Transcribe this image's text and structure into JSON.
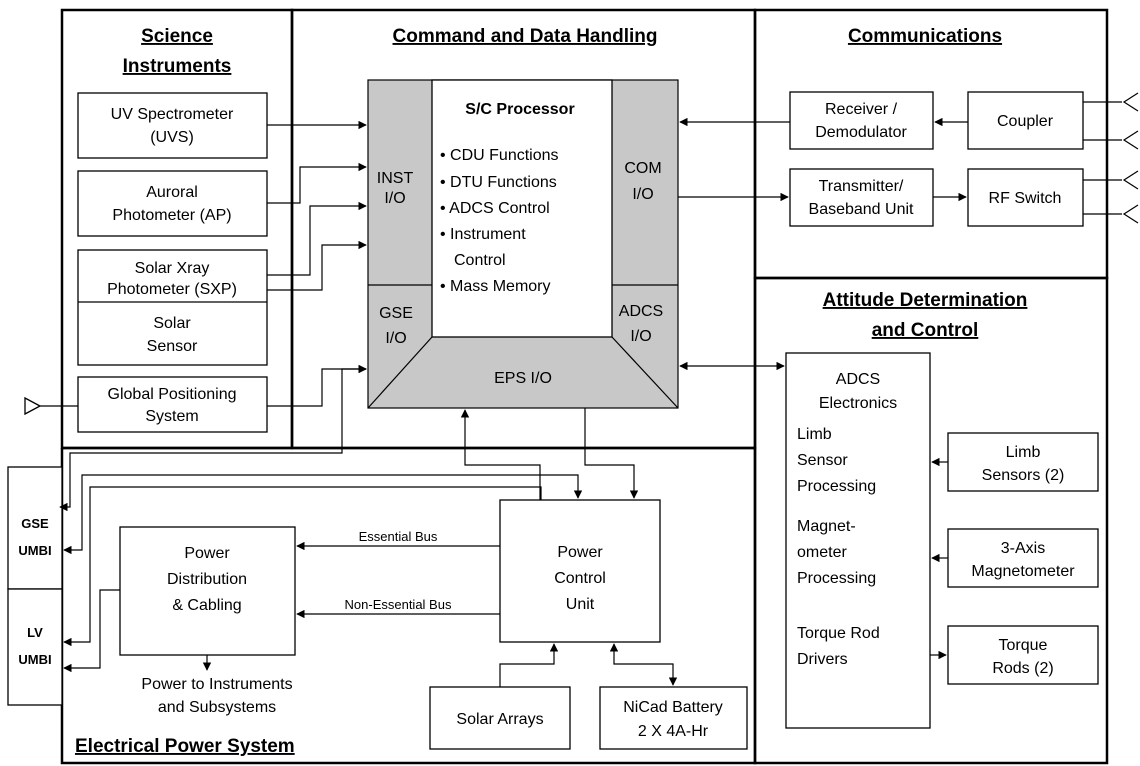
{
  "sections": {
    "science_l1": "Science",
    "science_l2": "Instruments",
    "cdh": "Command and Data Handling",
    "comm": "Communications",
    "adcs_l1": "Attitude Determination",
    "adcs_l2": "and Control",
    "eps": "Electrical Power System"
  },
  "instruments": {
    "uvs_l1": "UV Spectrometer",
    "uvs_l2": "(UVS)",
    "ap_l1": "Auroral",
    "ap_l2": "Photometer (AP)",
    "sxp_l1": "Solar Xray",
    "sxp_l2": "Photometer (SXP)",
    "ss_l1": "Solar",
    "ss_l2": "Sensor",
    "gps_l1": "Global Positioning",
    "gps_l2": "System"
  },
  "processor": {
    "title": "S/C Processor",
    "items": [
      "• CDU Functions",
      "• DTU Functions",
      "• ADCS Control",
      "• Instrument",
      "Control",
      "• Mass Memory"
    ],
    "inst_io_l1": "INST",
    "inst_io_l2": "I/O",
    "com_io_l1": "COM",
    "com_io_l2": "I/O",
    "gse_io_l1": "GSE",
    "gse_io_l2": "I/O",
    "adcs_io_l1": "ADCS",
    "adcs_io_l2": "I/O",
    "eps_io": "EPS I/O"
  },
  "comm": {
    "rx_l1": "Receiver /",
    "rx_l2": "Demodulator",
    "coupler": "Coupler",
    "tx_l1": "Transmitter/",
    "tx_l2": "Baseband Unit",
    "rf": "RF Switch"
  },
  "adcs": {
    "elec_l1": "ADCS",
    "elec_l2": "Electronics",
    "limb_proc": [
      "Limb",
      "Sensor",
      "Processing"
    ],
    "mag_proc": [
      "Magnet-",
      "ometer",
      "Processing"
    ],
    "torque_drv": [
      "Torque Rod",
      "Drivers"
    ],
    "limb_l1": "Limb",
    "limb_l2": "Sensors (2)",
    "mag_l1": "3-Axis",
    "mag_l2": "Magnetometer",
    "rods_l1": "Torque",
    "rods_l2": "Rods (2)"
  },
  "eps": {
    "pdc_l1": "Power",
    "pdc_l2": "Distribution",
    "pdc_l3": "& Cabling",
    "pcu_l1": "Power",
    "pcu_l2": "Control",
    "pcu_l3": "Unit",
    "essential": "Essential Bus",
    "nonessential": "Non-Essential Bus",
    "power_to_l1": "Power to Instruments",
    "power_to_l2": "and Subsystems",
    "solar": "Solar Arrays",
    "bat_l1": "NiCad Battery",
    "bat_l2": "2 X 4A-Hr"
  },
  "umbilicals": {
    "gse_l1": "GSE",
    "gse_l2": "UMBI",
    "lv_l1": "LV",
    "lv_l2": "UMBI"
  }
}
